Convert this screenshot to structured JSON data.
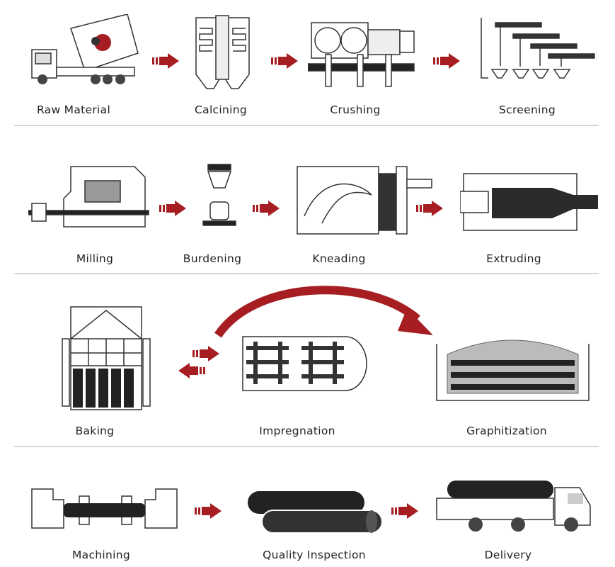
{
  "colors": {
    "arrow": "#a61e22",
    "ink": "#222222",
    "divider": "#d6d6d6"
  },
  "steps": [
    {
      "label": "Raw Material"
    },
    {
      "label": "Calcining"
    },
    {
      "label": "Crushing"
    },
    {
      "label": "Screening"
    },
    {
      "label": "Milling"
    },
    {
      "label": "Burdening"
    },
    {
      "label": "Kneading"
    },
    {
      "label": "Extruding"
    },
    {
      "label": "Baking"
    },
    {
      "label": "Impregnation"
    },
    {
      "label": "Graphitization"
    },
    {
      "label": "Machining"
    },
    {
      "label": "Quality Inspection"
    },
    {
      "label": "Delivery"
    }
  ]
}
